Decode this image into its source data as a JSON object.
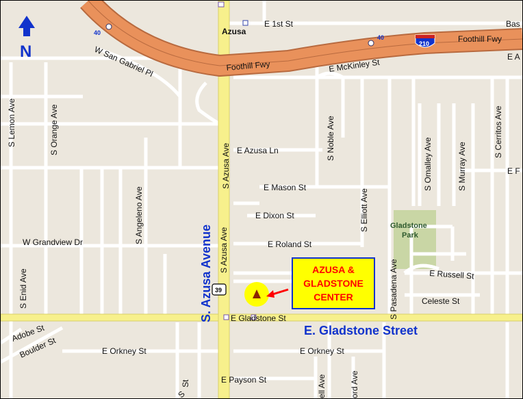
{
  "compass": {
    "letter": "N"
  },
  "streets": {
    "first": "E 1st St",
    "foothill_left": "Foothill Fwy",
    "foothill_right": "Foothill Fwy",
    "basin": "Bas",
    "mckinley": "E McKinley St",
    "san_gabriel": "W San Gabriel Pl",
    "lemon": "S Lemon Ave",
    "orange": "S Orange Ave",
    "angeleno": "S Angeleno Ave",
    "grandview": "W Grandview Dr",
    "enid": "S Enid Ave",
    "adobe": "Adobe St",
    "boulder": "Boulder St",
    "azusa_ln": "E Azusa Ln",
    "azusa_ave_upper": "S Azusa Ave",
    "azusa_ave_lower": "S Azusa Ave",
    "noble": "S Noble Ave",
    "mason": "E Mason St",
    "dixon": "E Dixon St",
    "elliott": "S Elliott Ave",
    "roland": "E Roland St",
    "pasadena": "S Pasadena Ave",
    "omalley": "S Omalley Ave",
    "murray": "S Murray Ave",
    "cerritos": "S Cerritos Ave",
    "russell": "E Russell St",
    "celeste": "Celeste St",
    "gladstone_small": "E Gladstone St",
    "orkney_left": "E Orkney St",
    "orkney_right": "E Orkney St",
    "payson": "E Payson St",
    "edge_e1": "E A",
    "edge_e2": "E F",
    "edge_st": "St",
    "edge_se": "S",
    "edge_ell": "ell Ave",
    "edge_ord": "ord Ave"
  },
  "places": {
    "city": "Azusa",
    "park_line1": "Gladstone",
    "park_line2": "Park"
  },
  "shields": {
    "route_40_left": "40",
    "route_40_right": "40",
    "i210": "210",
    "route_39": "39"
  },
  "highlights": {
    "azusa_avenue": "S. Azusa Avenue",
    "gladstone_street": "E. Gladstone Street"
  },
  "callout": {
    "line1": "AZUSA &",
    "line2": "GLADSTONE",
    "line3": "CENTER"
  },
  "colors": {
    "land": "#ece7dd",
    "street": "#ffffff",
    "freeway": "#e9915b",
    "major_road": "#f7f08c",
    "park": "#c9d6a5",
    "highlight_text": "#1133cc",
    "callout_fill": "#ffff00",
    "callout_text": "#ff0000"
  }
}
